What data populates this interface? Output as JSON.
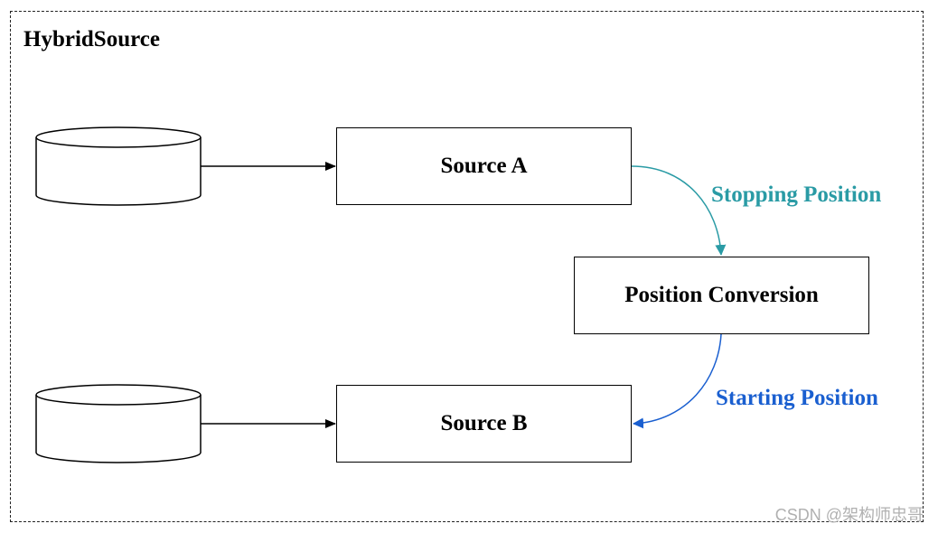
{
  "container": {
    "title": "HybridSource"
  },
  "nodes": {
    "source_a": "Source A",
    "position_conversion": "Position Conversion",
    "source_b": "Source B"
  },
  "edges": {
    "stopping_position": "Stopping Position",
    "starting_position": "Starting Position"
  },
  "colors": {
    "stopping": "#2a9ba5",
    "starting": "#1a5fd0",
    "line": "#000000"
  },
  "watermark": "CSDN @架构师忠哥"
}
